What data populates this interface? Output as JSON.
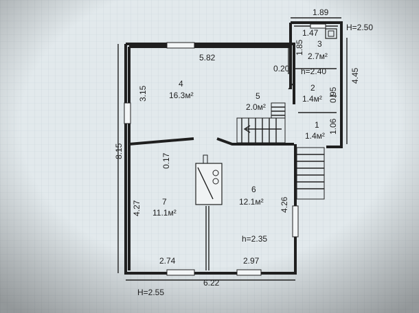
{
  "plan": {
    "total_height_label": "H=2.50",
    "top_dim": "1.89",
    "right_dim": "4.45",
    "left_dim": "8.15",
    "bottom_dim": "6.22",
    "bottom_height_label": "H=2.55",
    "rooms": [
      {
        "id": "1",
        "area": "1.4м²"
      },
      {
        "id": "2",
        "area": "1.4м²"
      },
      {
        "id": "3",
        "area": "2.7м²"
      },
      {
        "id": "4",
        "area": "16.3м²"
      },
      {
        "id": "5",
        "area": "2.0м²"
      },
      {
        "id": "6",
        "area": "12.1м²"
      },
      {
        "id": "7",
        "area": "11.1м²"
      }
    ],
    "dims": {
      "d_147": "1.47",
      "d_582": "5.82",
      "d_185": "1.85",
      "d_020": "0.20",
      "h_240": "h=2.40",
      "d_095": "0.95",
      "d_106": "1.06",
      "d_315": "3.15",
      "d_017": "0.17",
      "d_427": "4.27",
      "d_426": "4.26",
      "d_274": "2.74",
      "d_297": "2.97",
      "h_235": "h=2.35"
    }
  }
}
